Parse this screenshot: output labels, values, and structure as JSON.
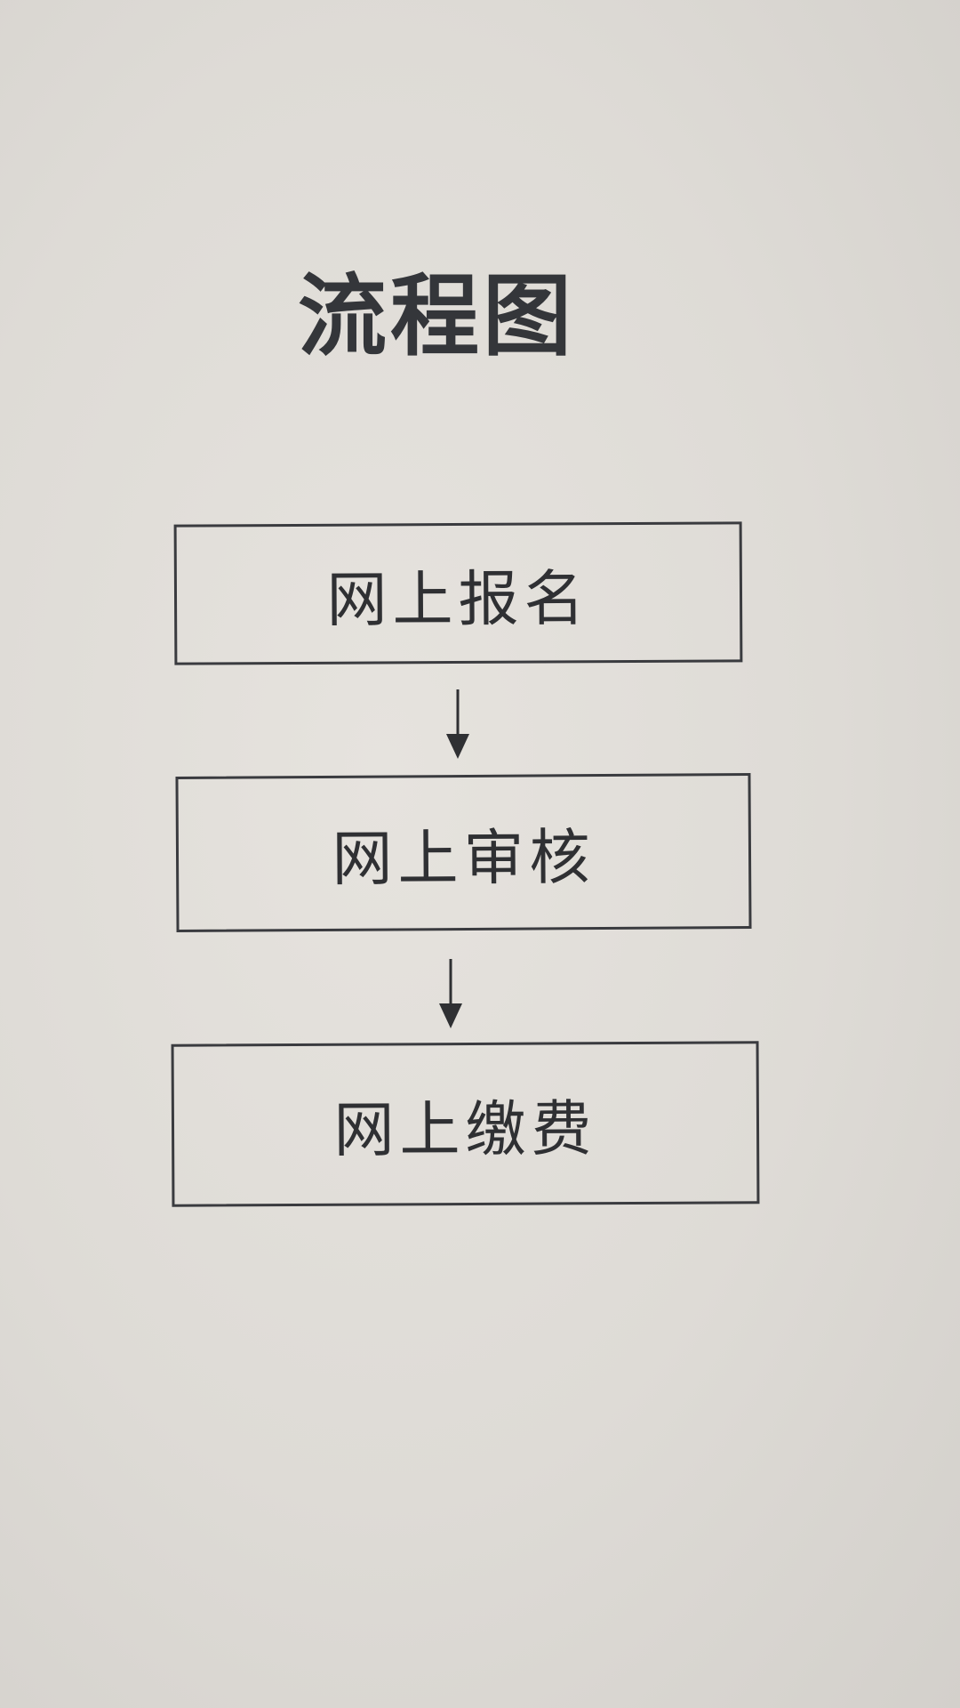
{
  "title": "流程图",
  "steps": [
    {
      "label": "网上报名"
    },
    {
      "label": "网上审核"
    },
    {
      "label": "网上缴费"
    }
  ],
  "colors": {
    "paper": "#e2dfda",
    "ink": "#2f3033"
  }
}
